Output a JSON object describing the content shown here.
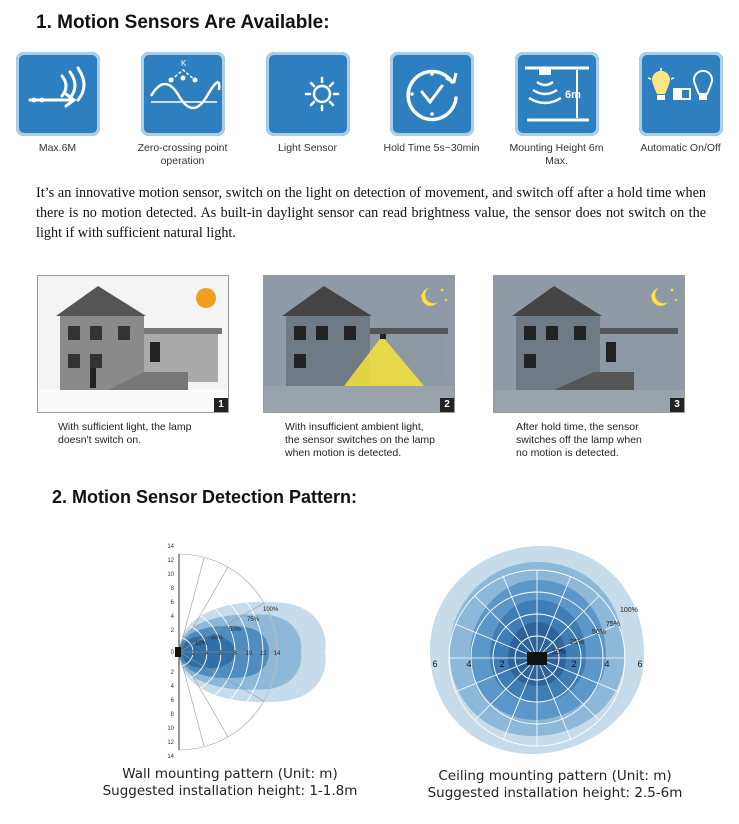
{
  "section1": {
    "title": "1. Motion Sensors Are Available:"
  },
  "features": [
    {
      "icon": "range-wave-icon",
      "label": "Max.6M"
    },
    {
      "icon": "zero-crossing-icon",
      "label": "Zero-crossing point operation"
    },
    {
      "icon": "light-sensor-icon",
      "label": "Light Sensor"
    },
    {
      "icon": "hold-time-clock-icon",
      "label": "Hold Time 5s~30min"
    },
    {
      "icon": "mounting-height-icon",
      "label": "Mounting Height 6m Max."
    },
    {
      "icon": "automatic-onoff-icon",
      "label": "Automatic On/Off"
    }
  ],
  "icon_texts": {
    "zero_k": "K",
    "height_label": "6m"
  },
  "description": "It’s an innovative motion sensor, switch on the light on detection of movement, and switch off after a hold time when there is no motion detected. As built-in daylight sensor can read brightness value, the sensor does not switch on the light if with sufficient natural light.",
  "scenes": [
    {
      "num": "1",
      "caption_line1": "With sufficient light, the lamp",
      "caption_line2": "doesn't switch on.",
      "caption_line3": ""
    },
    {
      "num": "2",
      "caption_line1": "With insufficient ambient light,",
      "caption_line2": "the sensor switches on the lamp",
      "caption_line3": "when motion is detected."
    },
    {
      "num": "3",
      "caption_line1": "After hold time, the sensor",
      "caption_line2": "switches off the lamp when",
      "caption_line3": "no motion is detected."
    }
  ],
  "section2": {
    "title": "2. Motion Sensor Detection Pattern:"
  },
  "wall_pattern": {
    "caption_line1": "Wall mounting pattern (Unit: m)",
    "caption_line2": "Suggested installation height: 1-1.8m",
    "axis_labels": [
      "14",
      "12",
      "10",
      "8",
      "6",
      "4",
      "2",
      "0",
      "2",
      "4",
      "6",
      "8",
      "10",
      "12",
      "14"
    ],
    "x_labels": [
      "2",
      "4",
      "6",
      "8",
      "10",
      "12",
      "14"
    ],
    "percent_labels": [
      "10%",
      "20%",
      "50%",
      "75%",
      "100%"
    ]
  },
  "ceiling_pattern": {
    "caption_line1": "Ceiling  mounting pattern (Unit: m)",
    "caption_line2": "Suggested installation height: 2.5-6m",
    "x_labels": [
      "6",
      "4",
      "2",
      "2",
      "4",
      "6"
    ],
    "percent_labels": [
      "10%",
      "25%",
      "50%",
      "75%",
      "100%"
    ]
  },
  "colors": {
    "icon_blue": "#2e7fbf",
    "zone_light": "#c6dceb",
    "zone_mid": "#8db8d8",
    "zone_dark": "#4f8cbf",
    "zone_core": "#2f6fa5"
  }
}
